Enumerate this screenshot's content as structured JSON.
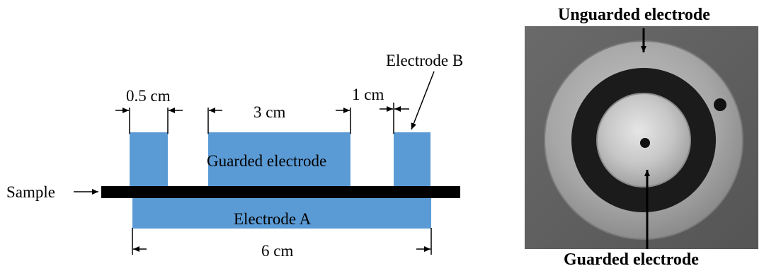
{
  "diagram": {
    "labels": {
      "sample": "Sample",
      "electrode_a": "Electrode A",
      "electrode_b": "Electrode B",
      "guarded_electrode": "Guarded electrode"
    },
    "dimensions": {
      "left_gap": "0.5 cm",
      "center_width": "3 cm",
      "right_gap": "1 cm",
      "total_width": "6 cm"
    }
  },
  "photo": {
    "top_label": "Unguarded electrode",
    "bottom_label": "Guarded electrode"
  },
  "colors": {
    "electrode_fill": "#5b9bd5",
    "sample_bar": "#000000",
    "photo_background": "#5f5f5f",
    "metal_outer": "#a8a8a8",
    "ring_dark": "#1a1a1a",
    "metal_inner": "#c9c9c9"
  }
}
